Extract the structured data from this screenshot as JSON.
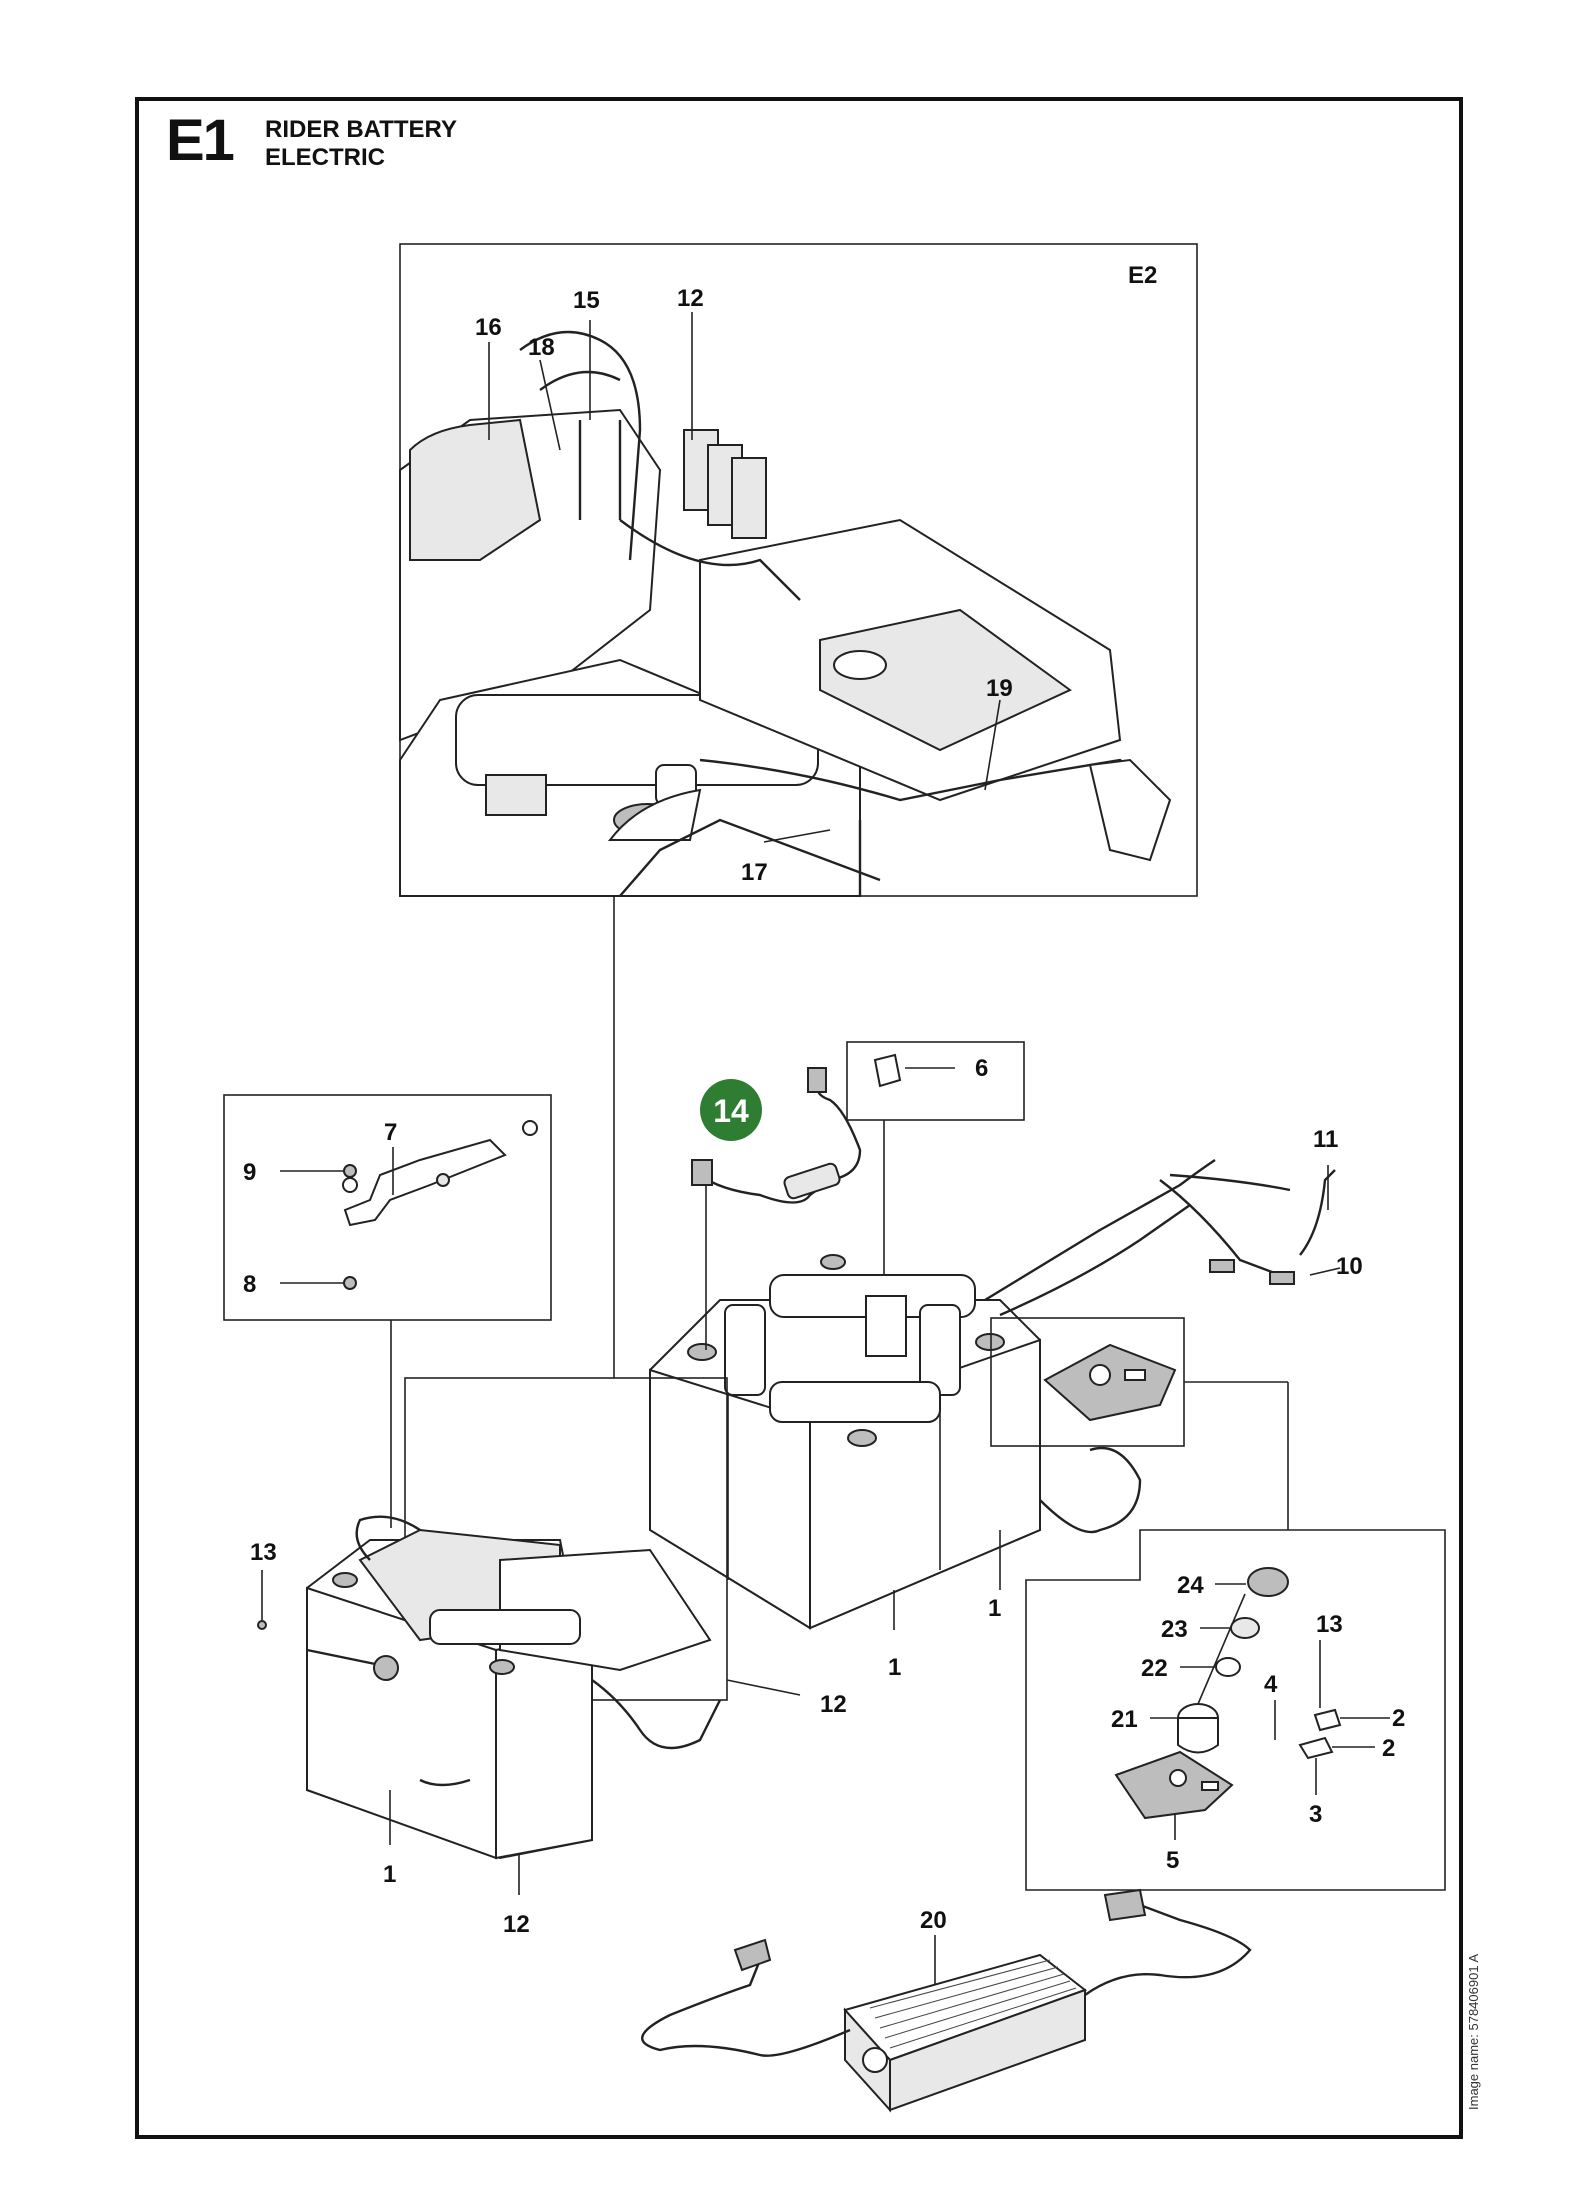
{
  "header": {
    "code": "E1",
    "title_line1": "RIDER BATTERY",
    "title_line2": "ELECTRIC"
  },
  "inset_label": "E2",
  "highlight_callout": "14",
  "callouts": {
    "c1": "1",
    "c2": "2",
    "c3": "3",
    "c4": "4",
    "c5": "5",
    "c6": "6",
    "c7": "7",
    "c8": "8",
    "c9": "9",
    "c10": "10",
    "c11": "11",
    "c12": "12",
    "c13": "13",
    "c15": "15",
    "c16": "16",
    "c17": "17",
    "c18": "18",
    "c19": "19",
    "c20": "20",
    "c21": "21",
    "c22": "22",
    "c23": "23",
    "c24": "24"
  },
  "footer": {
    "image_name": "Image name: 578406901 A"
  },
  "colors": {
    "highlight": "#2e7d32",
    "line": "#222222"
  }
}
